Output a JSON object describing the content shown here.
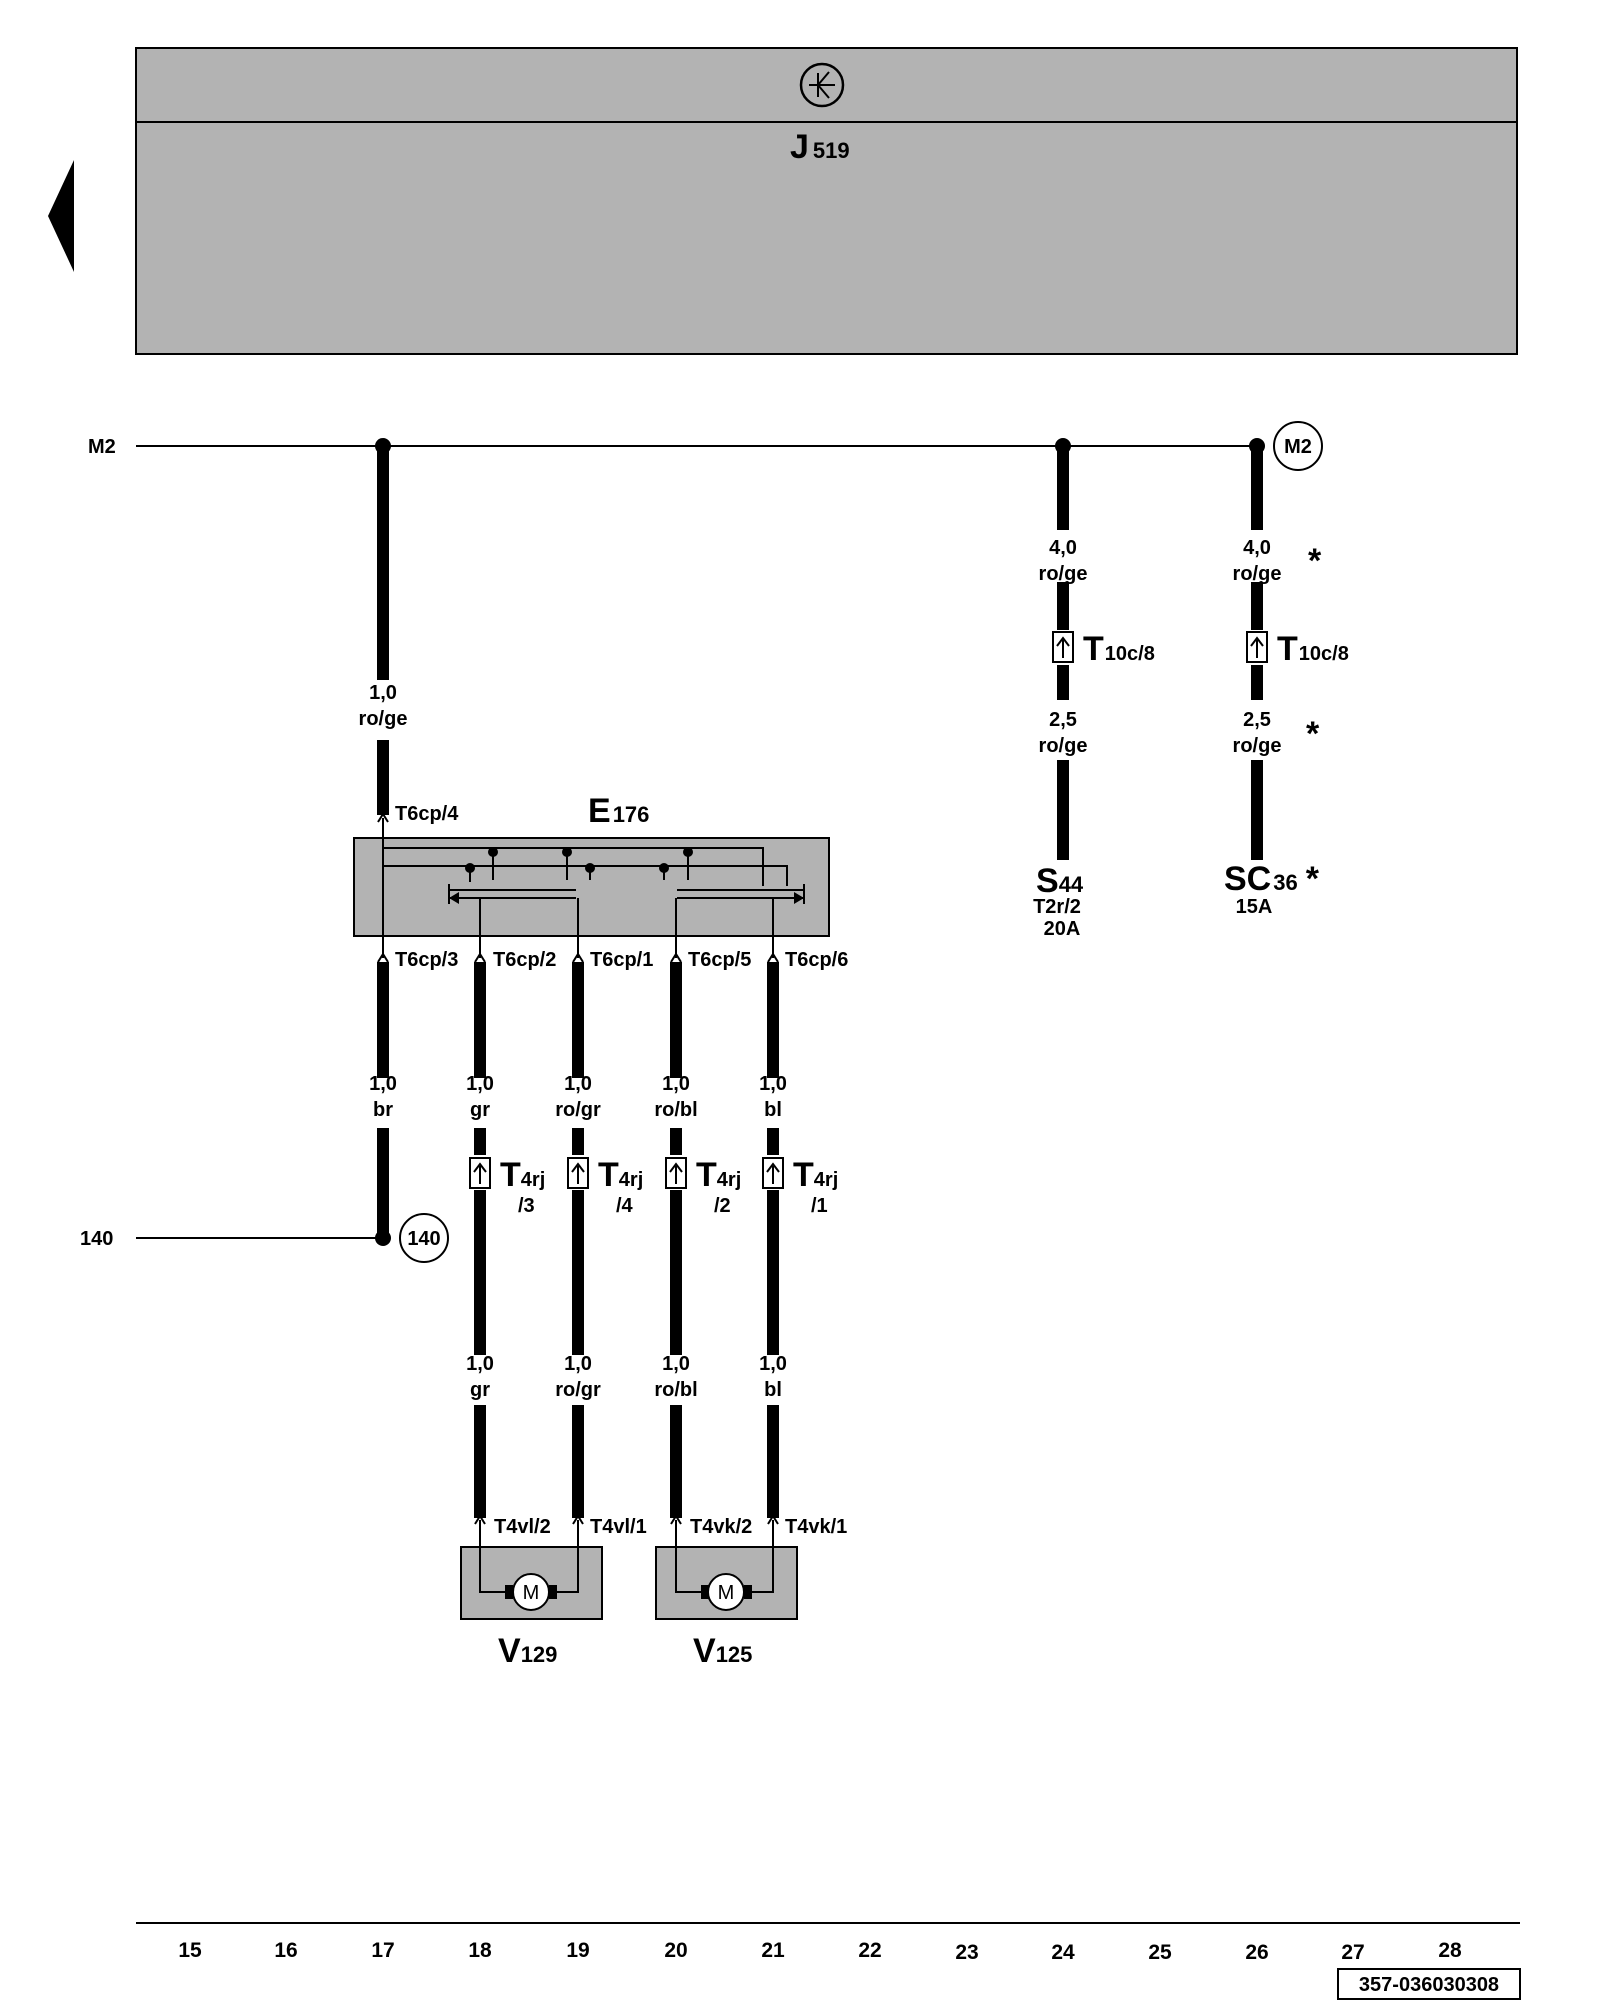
{
  "control_unit": {
    "name": "J",
    "sub": "519",
    "symbol": "transistor-icon"
  },
  "lines": {
    "m2": "M2",
    "l140": "140",
    "m2_ref": "M2",
    "l140_ref": "140"
  },
  "wires": {
    "w17_top": {
      "size": "1,0",
      "color": "ro/ge"
    },
    "w17_bot": {
      "size": "1,0",
      "color": "br"
    },
    "w18_a": {
      "size": "1,0",
      "color": "gr"
    },
    "w18_b": {
      "size": "1,0",
      "color": "gr"
    },
    "w19_a": {
      "size": "1,0",
      "color": "ro/gr"
    },
    "w19_b": {
      "size": "1,0",
      "color": "ro/gr"
    },
    "w20_a": {
      "size": "1,0",
      "color": "ro/bl"
    },
    "w20_b": {
      "size": "1,0",
      "color": "ro/bl"
    },
    "w21_a": {
      "size": "1,0",
      "color": "bl"
    },
    "w21_b": {
      "size": "1,0",
      "color": "bl"
    },
    "w24_a": {
      "size": "4,0",
      "color": "ro/ge"
    },
    "w24_b": {
      "size": "2,5",
      "color": "ro/ge"
    },
    "w26_a": {
      "size": "4,0",
      "color": "ro/ge"
    },
    "w26_b": {
      "size": "2,5",
      "color": "ro/ge"
    }
  },
  "switch": {
    "name": "E",
    "sub": "176",
    "pins": {
      "p4": "T6cp/4",
      "p3": "T6cp/3",
      "p2": "T6cp/2",
      "p1": "T6cp/1",
      "p5": "T6cp/5",
      "p6": "T6cp/6"
    }
  },
  "connectors": {
    "t10c_24": {
      "name": "T",
      "sub": "10c/8"
    },
    "t10c_26": {
      "name": "T",
      "sub": "10c/8"
    },
    "t4rj_18": {
      "name": "T",
      "sub": "4rj",
      "pin": "/3"
    },
    "t4rj_19": {
      "name": "T",
      "sub": "4rj",
      "pin": "/4"
    },
    "t4rj_20": {
      "name": "T",
      "sub": "4rj",
      "pin": "/2"
    },
    "t4rj_21": {
      "name": "T",
      "sub": "4rj",
      "pin": "/1"
    }
  },
  "fuses": {
    "s44": {
      "name": "S",
      "sub": "44",
      "line1": "T2r/2",
      "line2": "20A"
    },
    "sc36": {
      "name": "SC",
      "sub": "36",
      "line1": "15A",
      "star": "*"
    }
  },
  "stars": {
    "s1": "*",
    "s2": "*"
  },
  "motors": {
    "v129": {
      "name": "V",
      "sub": "129",
      "pin_a": "T4vl/2",
      "pin_b": "T4vl/1",
      "symbol": "M"
    },
    "v125": {
      "name": "V",
      "sub": "125",
      "pin_a": "T4vk/2",
      "pin_b": "T4vk/1",
      "symbol": "M"
    }
  },
  "footer": {
    "columns": [
      "15",
      "16",
      "17",
      "18",
      "19",
      "20",
      "21",
      "22",
      "23",
      "24",
      "25",
      "26",
      "27",
      "28"
    ],
    "doc_number": "357-036030308"
  }
}
